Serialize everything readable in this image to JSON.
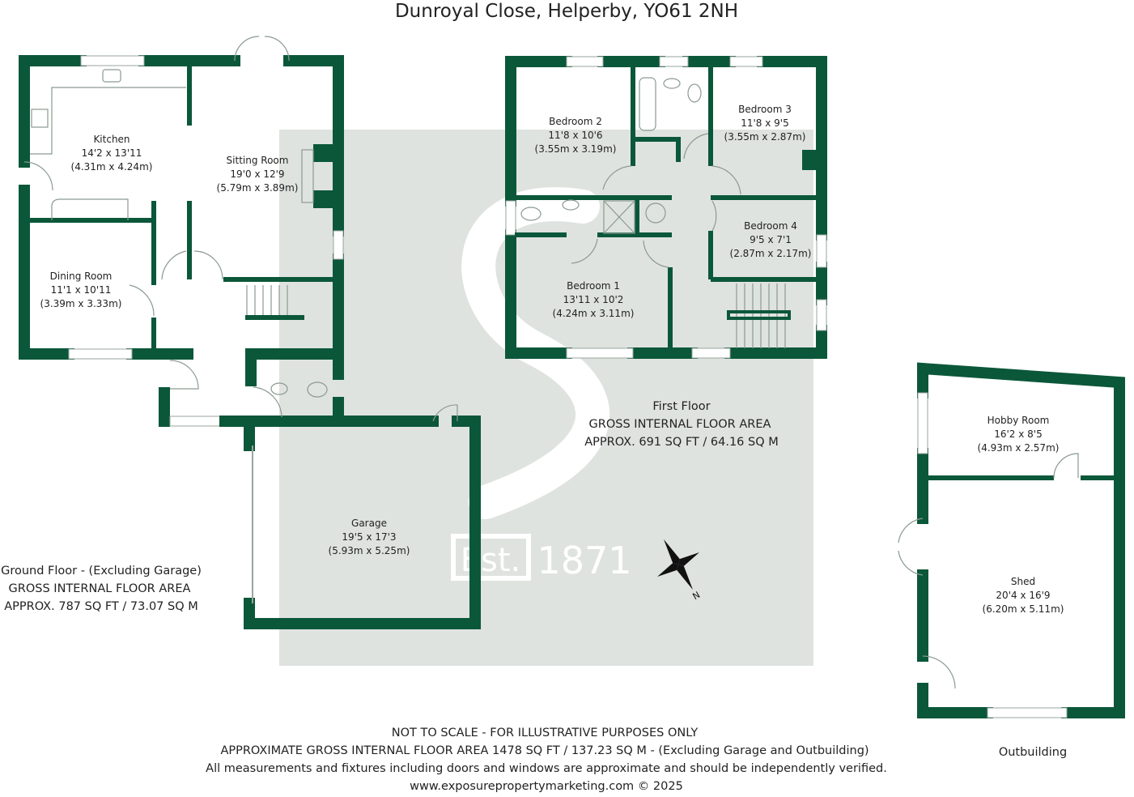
{
  "title": "Dunroyal Close, Helperby, YO61 2NH",
  "rooms": {
    "kitchen": {
      "name": "Kitchen",
      "imperial": "14'2 x 13'11",
      "metric": "(4.31m x 4.24m)"
    },
    "sitting": {
      "name": "Sitting Room",
      "imperial": "19'0 x 12'9",
      "metric": "(5.79m x 3.89m)"
    },
    "dining": {
      "name": "Dining Room",
      "imperial": "11'1 x 10'11",
      "metric": "(3.39m x 3.33m)"
    },
    "garage": {
      "name": "Garage",
      "imperial": "19'5 x 17'3",
      "metric": "(5.93m x 5.25m)"
    },
    "bed1": {
      "name": "Bedroom 1",
      "imperial": "13'11 x 10'2",
      "metric": "(4.24m x 3.11m)"
    },
    "bed2": {
      "name": "Bedroom 2",
      "imperial": "11'8 x 10'6",
      "metric": "(3.55m x 3.19m)"
    },
    "bed3": {
      "name": "Bedroom 3",
      "imperial": "11'8 x 9'5",
      "metric": "(3.55m x 2.87m)"
    },
    "bed4": {
      "name": "Bedroom 4",
      "imperial": "9'5 x 7'1",
      "metric": "(2.87m x 2.17m)"
    },
    "hobby": {
      "name": "Hobby Room",
      "imperial": "16'2 x 8'5",
      "metric": "(4.93m x 2.57m)"
    },
    "shed": {
      "name": "Shed",
      "imperial": "20'4 x 16'9",
      "metric": "(6.20m x 5.11m)"
    }
  },
  "ground_floor": {
    "line1": "Ground Floor - (Excluding Garage)",
    "line2": "GROSS INTERNAL FLOOR AREA",
    "line3": "APPROX. 787 SQ FT / 73.07 SQ M"
  },
  "first_floor": {
    "line1": "First Floor",
    "line2": "GROSS INTERNAL FLOOR AREA",
    "line3": "APPROX. 691 SQ FT / 64.16 SQ M"
  },
  "outbuilding_label": "Outbuilding",
  "watermark": {
    "est": "Est.",
    "year": "1871",
    "letter": "S"
  },
  "compass_label": "N",
  "footer": {
    "line1": "NOT TO SCALE - FOR ILLUSTRATIVE PURPOSES ONLY",
    "line2": "APPROXIMATE GROSS INTERNAL FLOOR AREA 1478 SQ FT / 137.23 SQ M - (Excluding Garage and Outbuilding)",
    "line3": "All measurements and fixtures including doors and windows are approximate and should be independently verified.",
    "line4": "www.exposurepropertymarketing.com © 2025"
  },
  "colors": {
    "wall": "#0b573a",
    "watermark": "#dfe3e0"
  }
}
